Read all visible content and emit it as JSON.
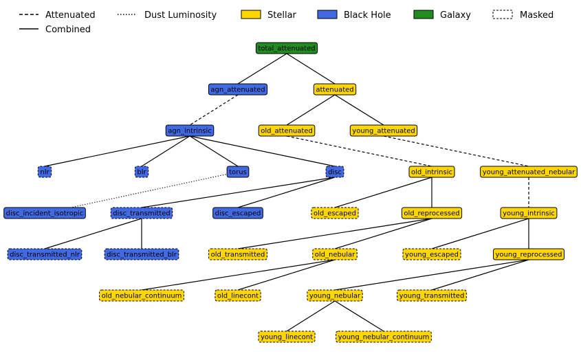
{
  "colors": {
    "galaxy": "#228b22",
    "black_hole": "#4169e1",
    "stellar": "#ffd700",
    "edge": "#000000"
  },
  "legend": {
    "attenuated": "Attenuated",
    "combined": "Combined",
    "dust_luminosity": "Dust Luminosity",
    "stellar": "Stellar",
    "black_hole": "Black Hole",
    "galaxy": "Galaxy",
    "masked": "Masked"
  },
  "nodes": [
    {
      "id": "total_attenuated",
      "label": "total_attenuated",
      "kind": "galaxy",
      "masked": false
    },
    {
      "id": "agn_attenuated",
      "label": "agn_attenuated",
      "kind": "black_hole",
      "masked": false
    },
    {
      "id": "attenuated",
      "label": "attenuated",
      "kind": "stellar",
      "masked": false
    },
    {
      "id": "agn_intrinsic",
      "label": "agn_intrinsic",
      "kind": "black_hole",
      "masked": false
    },
    {
      "id": "old_attenuated",
      "label": "old_attenuated",
      "kind": "stellar",
      "masked": false
    },
    {
      "id": "young_attenuated",
      "label": "young_attenuated",
      "kind": "stellar",
      "masked": false
    },
    {
      "id": "nlr",
      "label": "nlr",
      "kind": "black_hole",
      "masked": true
    },
    {
      "id": "blr",
      "label": "blr",
      "kind": "black_hole",
      "masked": true
    },
    {
      "id": "torus",
      "label": "torus",
      "kind": "black_hole",
      "masked": false
    },
    {
      "id": "disc",
      "label": "disc",
      "kind": "black_hole",
      "masked": true
    },
    {
      "id": "old_intrinsic",
      "label": "old_intrinsic",
      "kind": "stellar",
      "masked": false
    },
    {
      "id": "young_attenuated_nebular",
      "label": "young_attenuated_nebular",
      "kind": "stellar",
      "masked": false
    },
    {
      "id": "disc_incident_isotropic",
      "label": "disc_incident_isotropic",
      "kind": "black_hole",
      "masked": false
    },
    {
      "id": "disc_transmitted",
      "label": "disc_transmitted",
      "kind": "black_hole",
      "masked": true
    },
    {
      "id": "disc_escaped",
      "label": "disc_escaped",
      "kind": "black_hole",
      "masked": false
    },
    {
      "id": "old_escaped",
      "label": "old_escaped",
      "kind": "stellar",
      "masked": true
    },
    {
      "id": "old_reprocessed",
      "label": "old_reprocessed",
      "kind": "stellar",
      "masked": false
    },
    {
      "id": "young_intrinsic",
      "label": "young_intrinsic",
      "kind": "stellar",
      "masked": false
    },
    {
      "id": "disc_transmitted_nlr",
      "label": "disc_transmitted_nlr",
      "kind": "black_hole",
      "masked": true
    },
    {
      "id": "disc_transmitted_blr",
      "label": "disc_transmitted_blr",
      "kind": "black_hole",
      "masked": true
    },
    {
      "id": "old_transmitted",
      "label": "old_transmitted",
      "kind": "stellar",
      "masked": true
    },
    {
      "id": "old_nebular",
      "label": "old_nebular",
      "kind": "stellar",
      "masked": true
    },
    {
      "id": "young_escaped",
      "label": "young_escaped",
      "kind": "stellar",
      "masked": true
    },
    {
      "id": "young_reprocessed",
      "label": "young_reprocessed",
      "kind": "stellar",
      "masked": false
    },
    {
      "id": "old_nebular_continuum",
      "label": "old_nebular_continuum",
      "kind": "stellar",
      "masked": true
    },
    {
      "id": "old_linecont",
      "label": "old_linecont",
      "kind": "stellar",
      "masked": true
    },
    {
      "id": "young_nebular",
      "label": "young_nebular",
      "kind": "stellar",
      "masked": true
    },
    {
      "id": "young_transmitted",
      "label": "young_transmitted",
      "kind": "stellar",
      "masked": true
    },
    {
      "id": "young_linecont",
      "label": "young_linecont",
      "kind": "stellar",
      "masked": true
    },
    {
      "id": "young_nebular_continuum",
      "label": "young_nebular_continuum",
      "kind": "stellar",
      "masked": true
    }
  ],
  "edges": [
    {
      "from": "total_attenuated",
      "to": "agn_attenuated",
      "style": "combined"
    },
    {
      "from": "total_attenuated",
      "to": "attenuated",
      "style": "combined"
    },
    {
      "from": "agn_attenuated",
      "to": "agn_intrinsic",
      "style": "attenuated"
    },
    {
      "from": "attenuated",
      "to": "old_attenuated",
      "style": "combined"
    },
    {
      "from": "attenuated",
      "to": "young_attenuated",
      "style": "combined"
    },
    {
      "from": "agn_intrinsic",
      "to": "nlr",
      "style": "combined"
    },
    {
      "from": "agn_intrinsic",
      "to": "blr",
      "style": "combined"
    },
    {
      "from": "agn_intrinsic",
      "to": "torus",
      "style": "combined"
    },
    {
      "from": "agn_intrinsic",
      "to": "disc",
      "style": "combined"
    },
    {
      "from": "old_attenuated",
      "to": "old_intrinsic",
      "style": "attenuated"
    },
    {
      "from": "young_attenuated",
      "to": "young_attenuated_nebular",
      "style": "attenuated"
    },
    {
      "from": "torus",
      "to": "disc_incident_isotropic",
      "style": "dust"
    },
    {
      "from": "disc",
      "to": "disc_transmitted",
      "style": "combined"
    },
    {
      "from": "disc",
      "to": "disc_escaped",
      "style": "combined"
    },
    {
      "from": "old_intrinsic",
      "to": "old_escaped",
      "style": "combined"
    },
    {
      "from": "old_intrinsic",
      "to": "old_reprocessed",
      "style": "combined"
    },
    {
      "from": "young_attenuated_nebular",
      "to": "young_intrinsic",
      "style": "attenuated"
    },
    {
      "from": "disc_transmitted",
      "to": "disc_transmitted_nlr",
      "style": "combined"
    },
    {
      "from": "disc_transmitted",
      "to": "disc_transmitted_blr",
      "style": "combined"
    },
    {
      "from": "old_reprocessed",
      "to": "old_transmitted",
      "style": "combined"
    },
    {
      "from": "old_reprocessed",
      "to": "old_nebular",
      "style": "combined"
    },
    {
      "from": "young_intrinsic",
      "to": "young_escaped",
      "style": "combined"
    },
    {
      "from": "young_intrinsic",
      "to": "young_reprocessed",
      "style": "combined"
    },
    {
      "from": "old_nebular",
      "to": "old_nebular_continuum",
      "style": "combined"
    },
    {
      "from": "old_nebular",
      "to": "old_linecont",
      "style": "combined"
    },
    {
      "from": "young_reprocessed",
      "to": "young_nebular",
      "style": "combined"
    },
    {
      "from": "young_reprocessed",
      "to": "young_transmitted",
      "style": "combined"
    },
    {
      "from": "young_nebular",
      "to": "young_linecont",
      "style": "combined"
    },
    {
      "from": "young_nebular",
      "to": "young_nebular_continuum",
      "style": "combined"
    }
  ]
}
